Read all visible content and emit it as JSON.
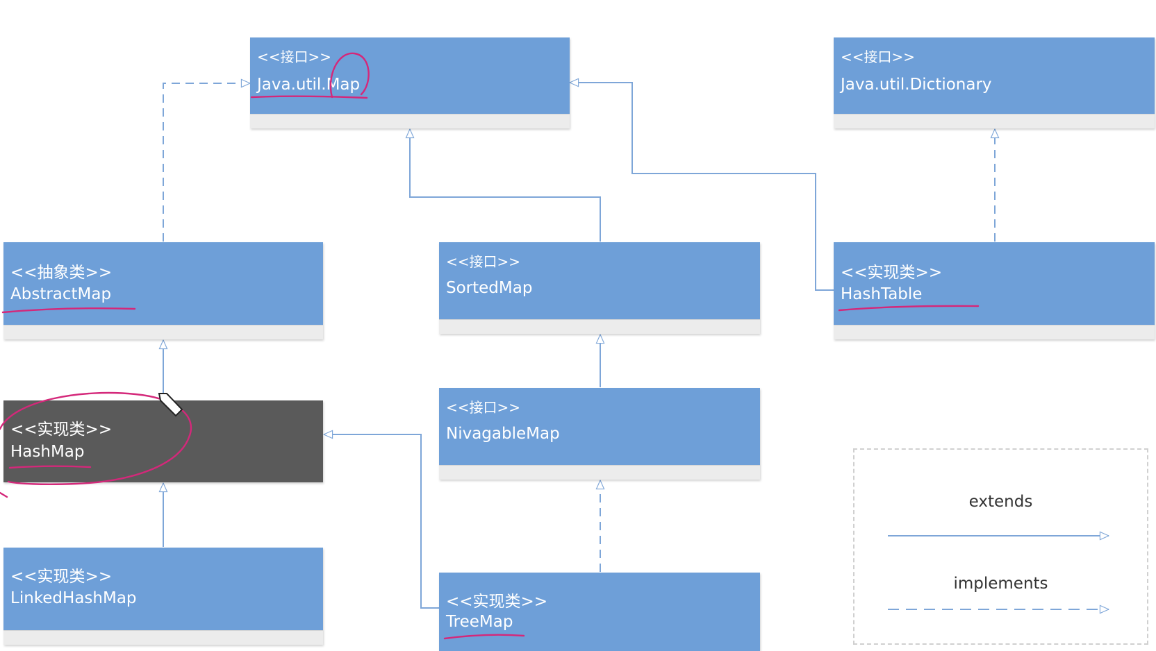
{
  "diagram": {
    "nodes": [
      {
        "id": "map",
        "stereotype": "<<接口>>",
        "name": "Java.util.Map",
        "style": "blue"
      },
      {
        "id": "dictionary",
        "stereotype": "<<接口>>",
        "name": "Java.util.Dictionary",
        "style": "blue"
      },
      {
        "id": "abstractmap",
        "stereotype": "<<抽象类>>",
        "name": "AbstractMap",
        "style": "blue"
      },
      {
        "id": "sortedmap",
        "stereotype": "<<接口>>",
        "name": "SortedMap",
        "style": "blue"
      },
      {
        "id": "hashtable",
        "stereotype": "<<实现类>>",
        "name": "HashTable",
        "style": "blue"
      },
      {
        "id": "hashmap",
        "stereotype": "<<实现类>>",
        "name": "HashMap",
        "style": "dark"
      },
      {
        "id": "navigablemap",
        "stereotype": "<<接口>>",
        "name": "NivagableMap",
        "style": "blue"
      },
      {
        "id": "linkedhashmap",
        "stereotype": "<<实现类>>",
        "name": "LinkedHashMap",
        "style": "blue"
      },
      {
        "id": "treemap",
        "stereotype": "<<实现类>>",
        "name": "TreeMap",
        "style": "blue"
      }
    ],
    "edges": [
      {
        "from": "abstractmap",
        "to": "map",
        "type": "implements"
      },
      {
        "from": "sortedmap",
        "to": "map",
        "type": "extends"
      },
      {
        "from": "hashtable",
        "to": "map",
        "type": "extends"
      },
      {
        "from": "hashtable",
        "to": "dictionary",
        "type": "implements"
      },
      {
        "from": "hashmap",
        "to": "abstractmap",
        "type": "extends"
      },
      {
        "from": "navigablemap",
        "to": "sortedmap",
        "type": "extends"
      },
      {
        "from": "linkedhashmap",
        "to": "hashmap",
        "type": "extends"
      },
      {
        "from": "treemap",
        "to": "hashmap",
        "type": "extends"
      },
      {
        "from": "treemap",
        "to": "navigablemap",
        "type": "implements"
      }
    ],
    "legend": {
      "extends_label": "extends",
      "implements_label": "implements"
    },
    "colors": {
      "box": "#6e9fd8",
      "box_highlight": "#5a5a5a",
      "connector": "#7ea6d8",
      "annotation": "#d4287a"
    }
  }
}
